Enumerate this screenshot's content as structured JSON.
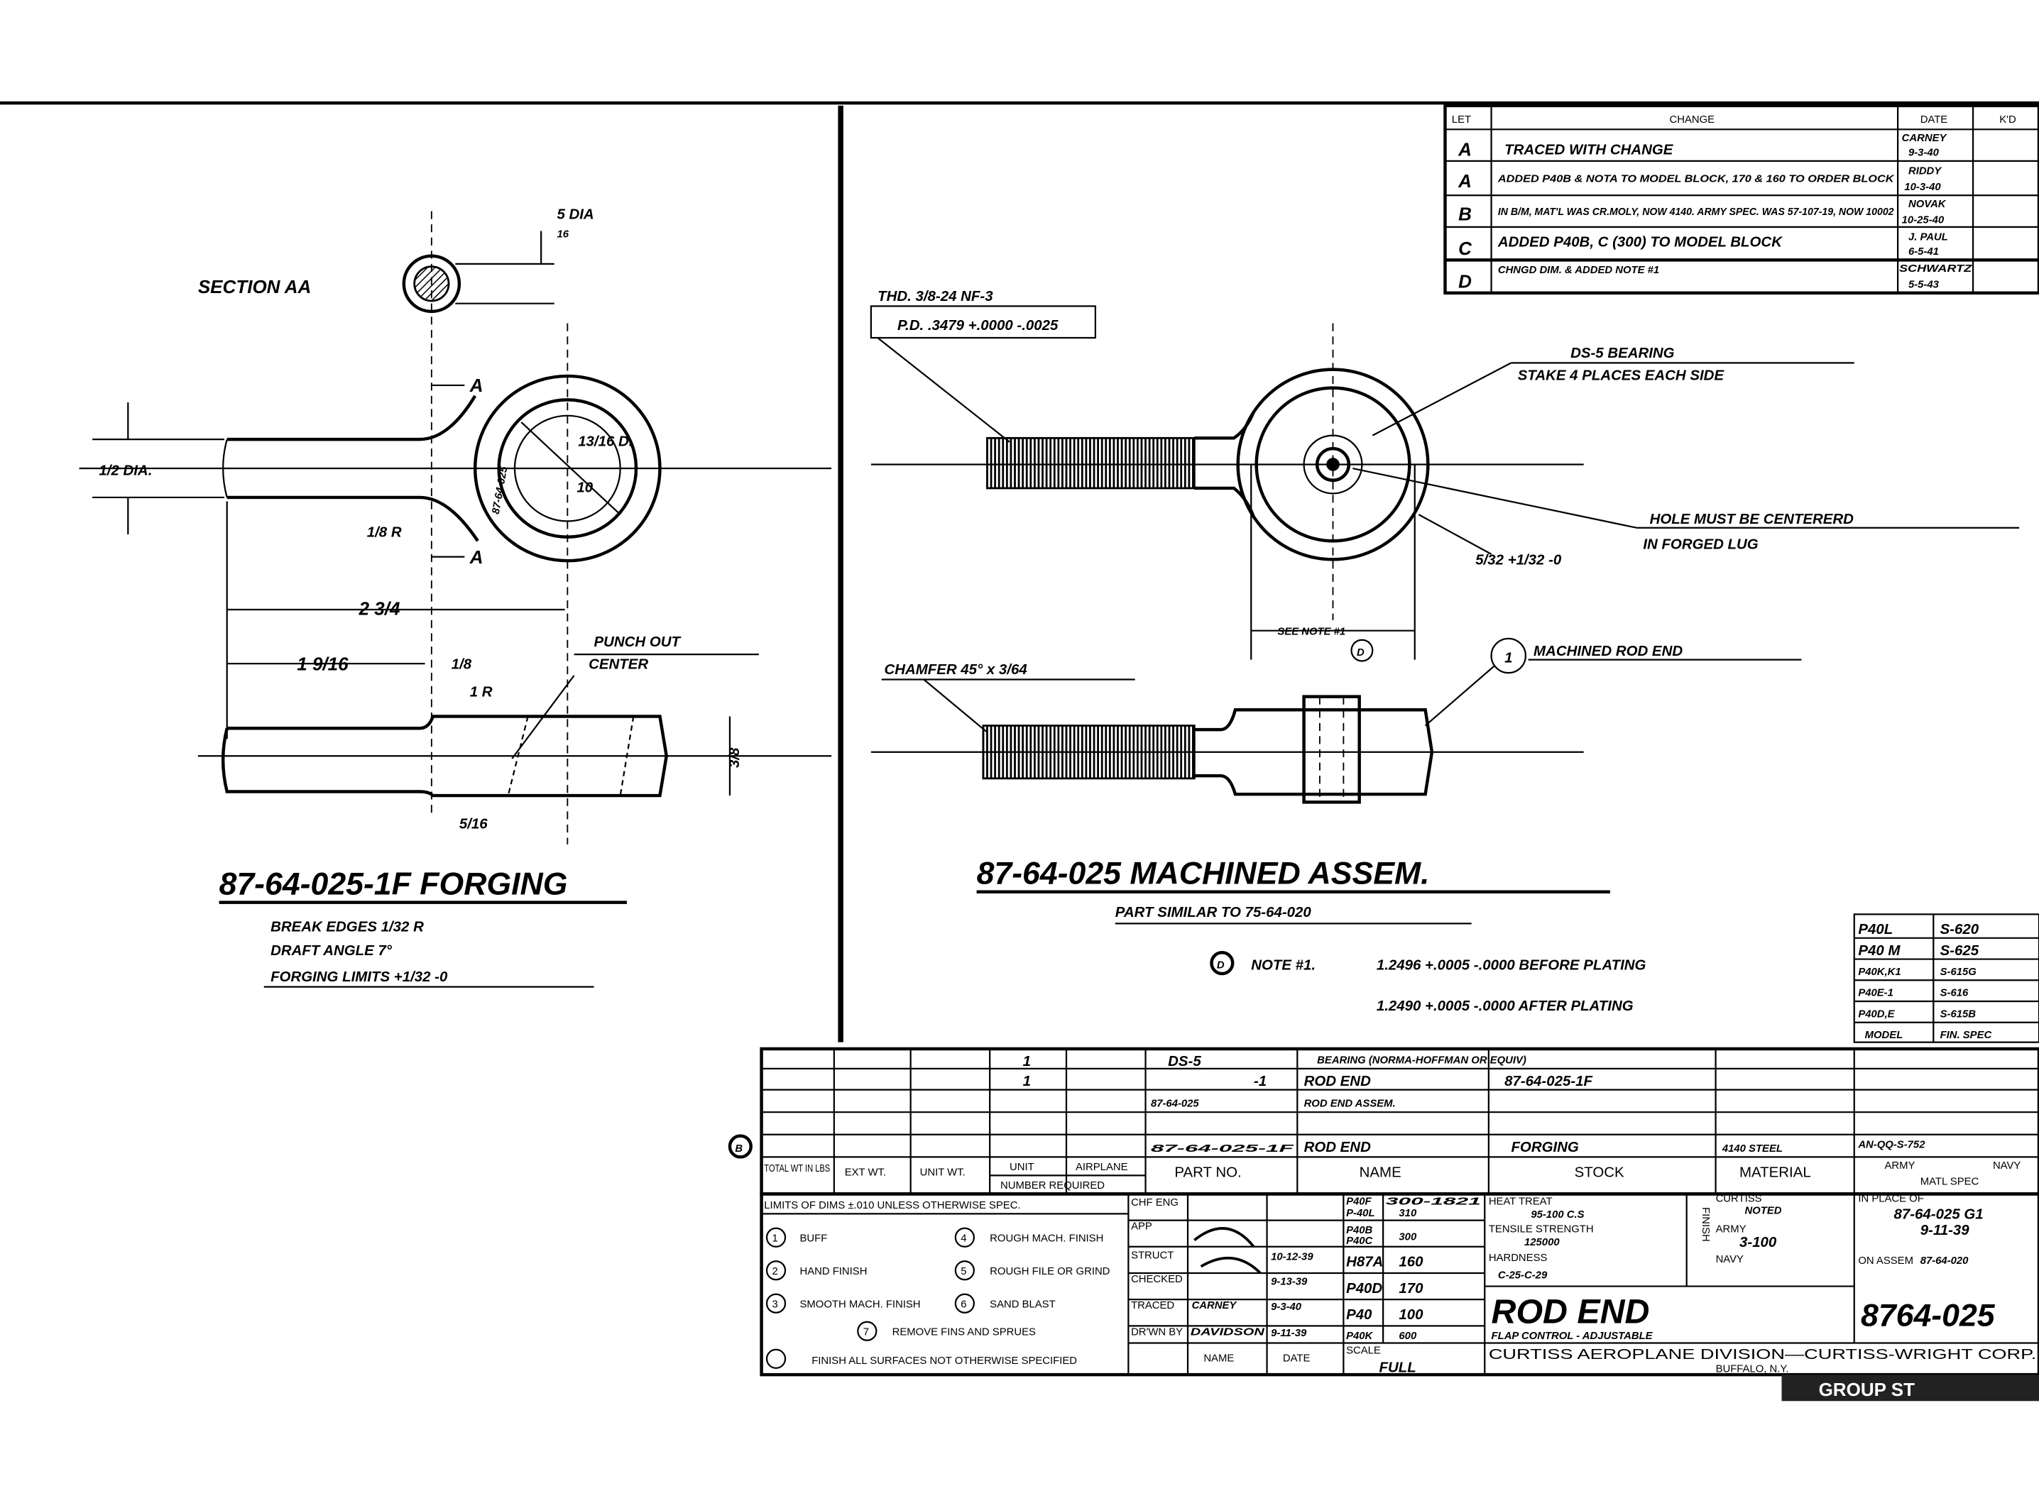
{
  "drawing": {
    "forging": {
      "section_label": "SECTION AA",
      "section_dia": "5 DIA",
      "section_dia_den": "16",
      "shank_dia": "1/2 DIA.",
      "cut_a": "A",
      "eye_inner": "13/16 D.",
      "eye_radius": "10",
      "part_on_eye": "87-64-025",
      "fillet": "1/8 R",
      "overall_len": "2 3/4",
      "shank_len": "1 9/16",
      "thk": "1/8",
      "side_r": "1 R",
      "side_thk": "5/16",
      "lug_w": "3/8",
      "punch_out": "PUNCH OUT",
      "center": "CENTER",
      "title": "87-64-025-1F FORGING",
      "notes": [
        "BREAK EDGES 1/32 R",
        "DRAFT ANGLE 7°",
        "FORGING LIMITS +1/32 -0"
      ]
    },
    "assembly": {
      "thread": "THD. 3/8-24 NF-3",
      "pitch_dia": "P.D. .3479 +.0000 -.0025",
      "bearing": "DS-5      BEARING",
      "stake": "STAKE 4 PLACES EACH SIDE",
      "hole1": "HOLE MUST BE CENTERERD",
      "hole2": "IN FORGED LUG",
      "tol": "5/32 +1/32 -0",
      "see_note": "SEE NOTE #1",
      "note_marker": "D",
      "chamfer": "CHAMFER 45° x 3/64",
      "item_no": "1",
      "machined": "MACHINED ROD END",
      "title": "87-64-025 MACHINED ASSEM.",
      "similar": "PART SIMILAR TO 75-64-020",
      "note_label": "NOTE #1.",
      "note_line1": "1.2496 +.0005 -.0000 BEFORE PLATING",
      "note_line2": "1.2490 +.0005 -.0000 AFTER PLATING"
    }
  },
  "change_block": {
    "headers": [
      "LET",
      "CHANGE",
      "DATE",
      "K'D"
    ],
    "rows": [
      {
        "let": "A",
        "change": "TRACED WITH    CHANGE",
        "by": "CARNEY",
        "date": "9-3-40"
      },
      {
        "let": "A",
        "change": "ADDED P40B & NOTA TO MODEL BLOCK, 170 & 160 TO ORDER BLOCK",
        "by": "RIDDY",
        "date": "10-3-40"
      },
      {
        "let": "B",
        "change": "IN B/M, MAT'L WAS CR.MOLY, NOW 4140. ARMY SPEC. WAS 57-107-19, NOW 10002",
        "by": "NOVAK",
        "date": "10-25-40"
      },
      {
        "let": "C",
        "change": "ADDED P40B, C (300) TO MODEL BLOCK",
        "by": "J. PAUL",
        "date": "6-5-41"
      },
      {
        "let": "D",
        "change": "CHNGD DIM. & ADDED NOTE #1",
        "by": "SCHWARTZ",
        "date": "5-5-43"
      }
    ]
  },
  "model_block": {
    "rows": [
      {
        "model": "P40L",
        "spec": "S-620"
      },
      {
        "model": "P40 M",
        "spec": "S-625"
      },
      {
        "model": "P40K,K1",
        "spec": "S-615G"
      },
      {
        "model": "P40E-1",
        "spec": "S-616"
      },
      {
        "model": "P40D,E",
        "spec": "S-615B"
      },
      {
        "model": "MODEL",
        "spec": "FIN. SPEC"
      }
    ]
  },
  "bom": {
    "rows": [
      {
        "qty": "1",
        "part": "DS-5",
        "name": "BEARING (NORMA-HOFFMAN OR EQUIV)",
        "stock": "",
        "material": "",
        "spec": ""
      },
      {
        "qty": "1",
        "part": "-1",
        "name": "ROD END",
        "stock": "87-64-025-1F",
        "material": "",
        "spec": ""
      },
      {
        "qty": "",
        "part": "87-64-025",
        "name": "ROD END ASSEM.",
        "stock": "",
        "material": "",
        "spec": ""
      },
      {
        "qty": "",
        "part": "",
        "name": "",
        "stock": "",
        "material": "",
        "spec": ""
      },
      {
        "qty": "",
        "part": "87-64-025-1F",
        "name": "ROD END",
        "stock": "FORGING",
        "material": "4140 STEEL",
        "spec": "AN-QQ-S-752"
      }
    ],
    "row_marker": "B",
    "headers": {
      "total_wt": "TOTAL WT IN LBS",
      "ext_wt": "EXT WT.",
      "unit_wt": "UNIT WT.",
      "unit": "UNIT",
      "airplane": "AIRPLANE",
      "number_required": "NUMBER REQUIRED",
      "part_no": "PART NO.",
      "name": "NAME",
      "stock": "STOCK",
      "material": "MATERIAL",
      "army": "ARMY",
      "navy": "NAVY",
      "matl_spec": "MATL SPEC"
    }
  },
  "title_block": {
    "limits": "LIMITS OF DIMS ±.010  UNLESS OTHERWISE SPEC.",
    "finishes": [
      "BUFF",
      "HAND FINISH",
      "SMOOTH MACH. FINISH",
      "ROUGH MACH. FINISH",
      "ROUGH FILE OR GRIND",
      "SAND BLAST",
      "REMOVE FINS AND SPRUES",
      "FINISH ALL SURFACES NOT OTHERWISE SPECIFIED"
    ],
    "finish_nums": [
      "1",
      "2",
      "3",
      "4",
      "5",
      "6",
      "7"
    ],
    "sign_labels": [
      "CHF ENG",
      "APP",
      "STRUCT",
      "CHECKED",
      "TRACED",
      "DR'WN BY"
    ],
    "sign_names": [
      "",
      "",
      "",
      "",
      "CARNEY",
      "DAVIDSON"
    ],
    "sign_dates": [
      "",
      "",
      "10-12-39",
      "9-13-39",
      "9-3-40",
      "9-11-39"
    ],
    "model_order": [
      {
        "model": "P40F",
        "qty": "300-1821"
      },
      {
        "model": "P-40L",
        "qty": "310"
      },
      {
        "model": "P40B",
        "qty": "300"
      },
      {
        "model": "P40C",
        "qty": "300"
      },
      {
        "model": "H87A",
        "qty": "160"
      },
      {
        "model": "P40D",
        "qty": "170"
      },
      {
        "model": "P40",
        "qty": "100"
      },
      {
        "model": "P40K",
        "qty": "600"
      }
    ],
    "name_col": "NAME",
    "date_col": "DATE",
    "scale_label": "SCALE",
    "scale": "FULL",
    "heat_treat_label": "HEAT TREAT",
    "heat_treat": "95-100 C.S",
    "tensile_label": "TENSILE STRENGTH",
    "tensile": "125000",
    "hardness_label": "HARDNESS",
    "hardness": "C-25-C-29",
    "finish_label": "FINISH",
    "curtiss_label": "CURTISS",
    "curtiss": "NOTED",
    "army_label": "ARMY",
    "army": "3-100",
    "navy_label": "NAVY",
    "in_place_label": "IN PLACE OF",
    "in_place": "87-64-025 G1",
    "in_place_date": "9-11-39",
    "on_assem_label": "ON ASSEM",
    "on_assem": "87-64-020",
    "title": "ROD END",
    "subtitle": "FLAP CONTROL - ADJUSTABLE",
    "drawing_no": "8764-025",
    "company": "CURTISS AEROPLANE DIVISION—CURTISS-WRIGHT CORP.",
    "city": "BUFFALO, N.Y.",
    "stamp": "GROUP ST"
  }
}
